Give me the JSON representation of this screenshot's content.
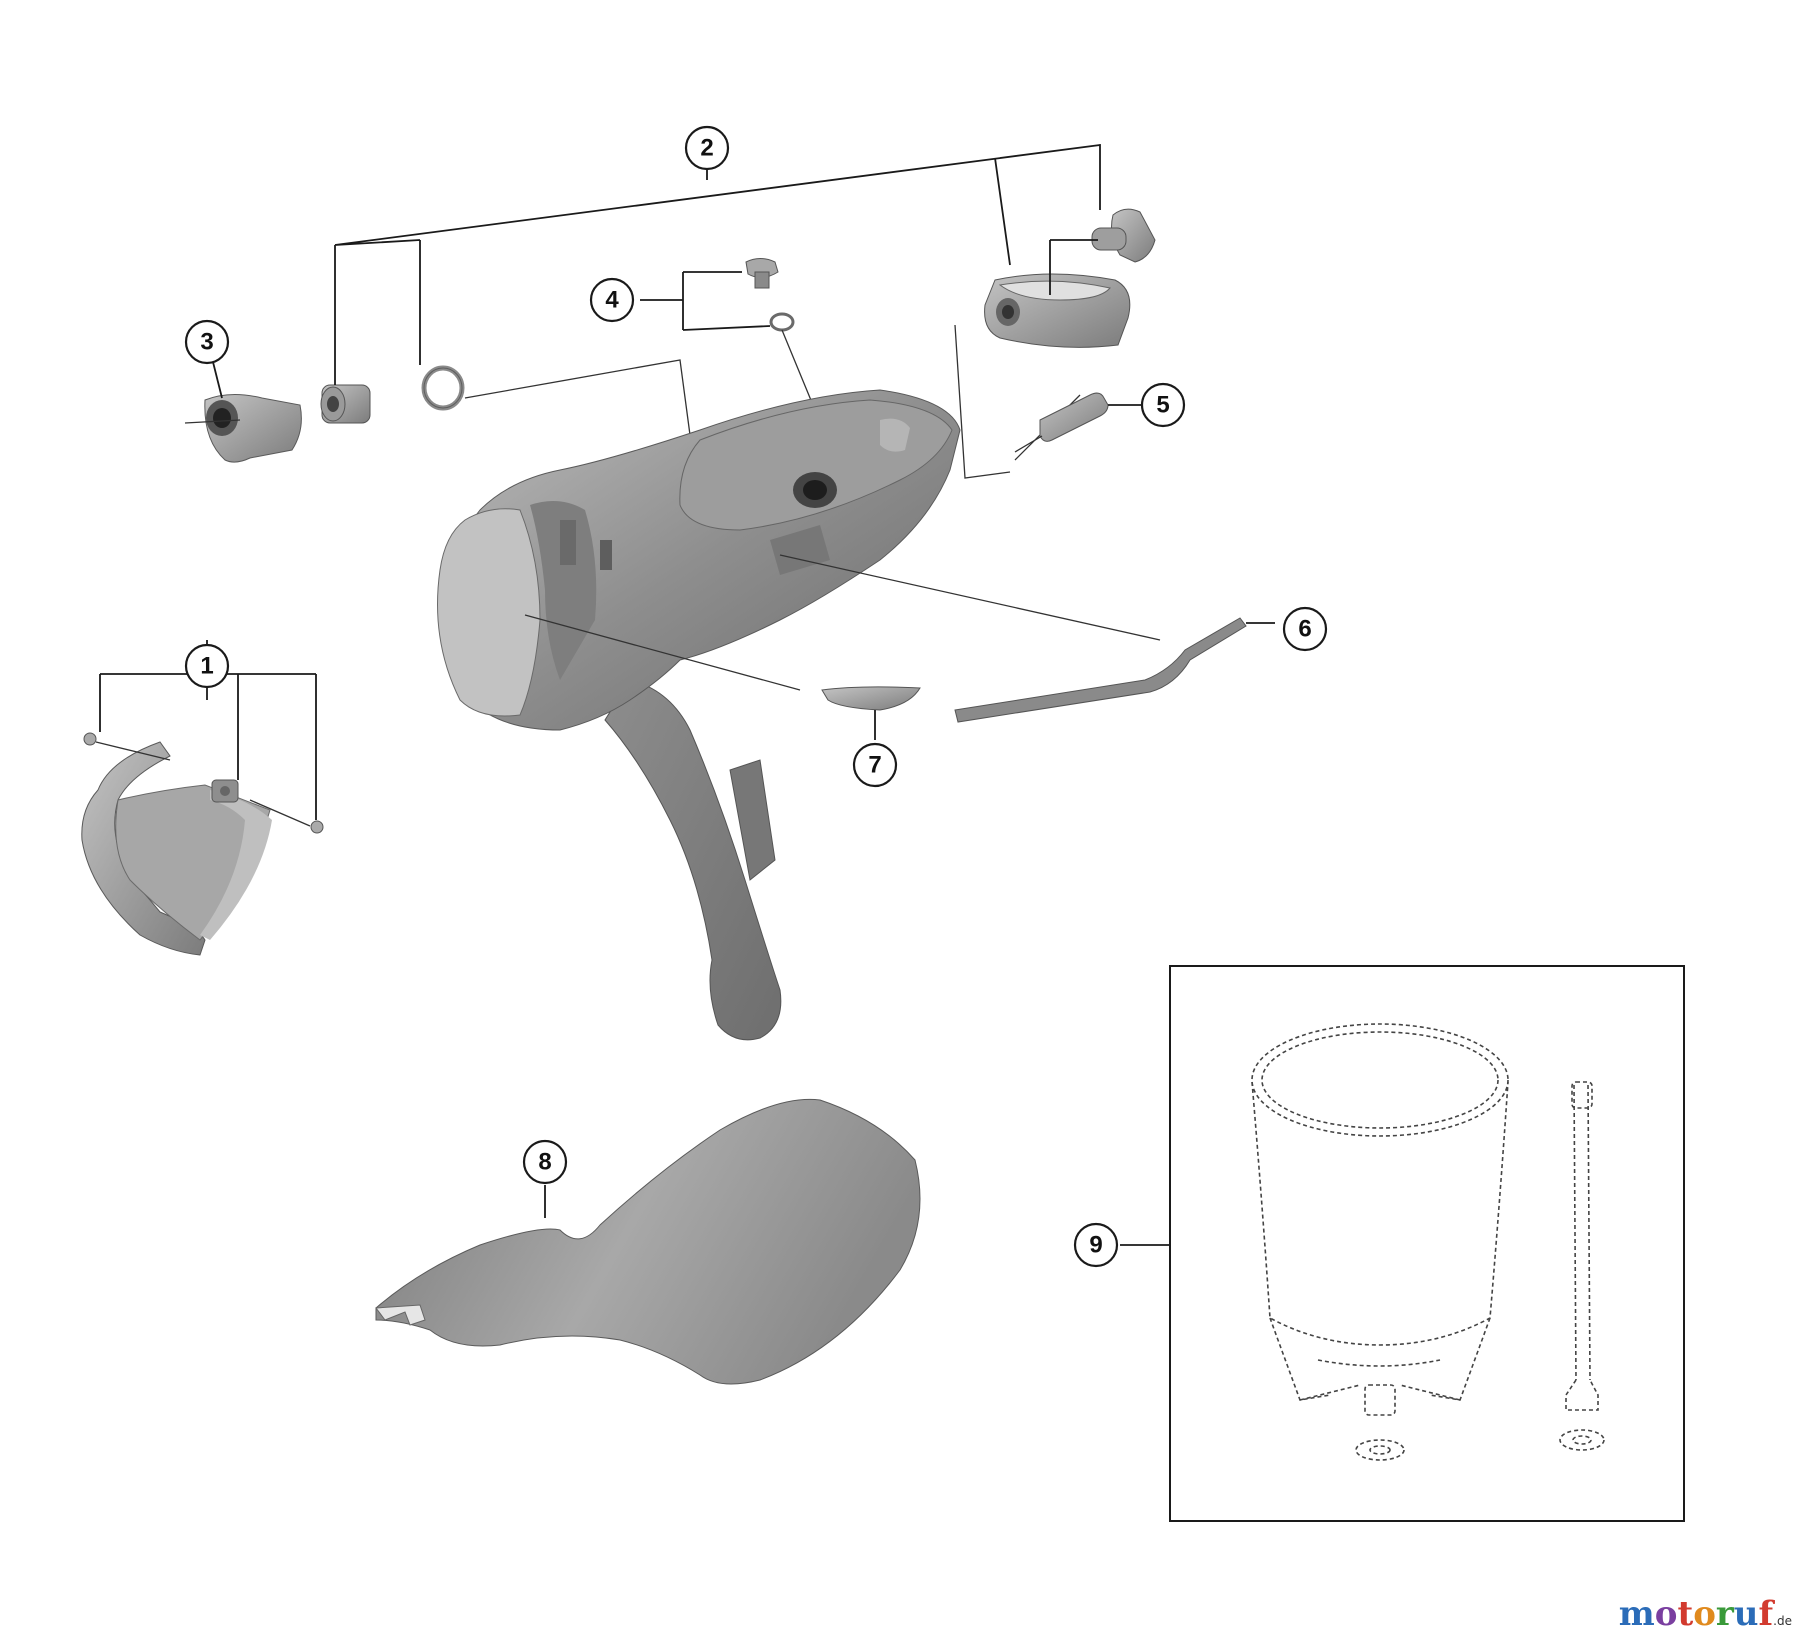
{
  "callouts": [
    {
      "label": "1"
    },
    {
      "label": "2"
    },
    {
      "label": "3"
    },
    {
      "label": "4"
    },
    {
      "label": "5"
    },
    {
      "label": "6"
    },
    {
      "label": "7"
    },
    {
      "label": "8"
    },
    {
      "label": "9"
    }
  ],
  "watermark": {
    "text": "motoruf",
    "tld": ".de",
    "colors": [
      "#2b6cb8",
      "#7a3fa0",
      "#d23b2f",
      "#e08a1e",
      "#3a9a3a",
      "#2b6cb8",
      "#d23b2f"
    ]
  },
  "part_color": "#8c8c8c"
}
